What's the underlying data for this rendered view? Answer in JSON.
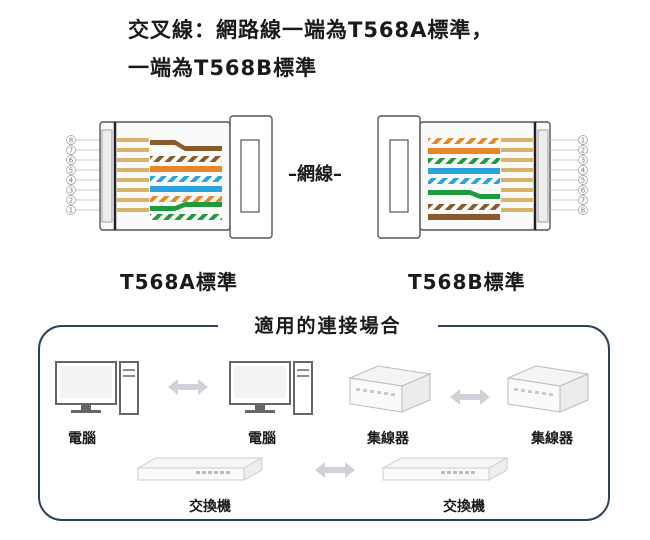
{
  "title": {
    "line1": "交叉線：網路線一端為T568A標準，",
    "line2": "一端為T568B標準"
  },
  "connectors": {
    "left_label": "T568A標準",
    "right_label": "T568B標準",
    "cable_label": "–網線–",
    "pin_numbers_left": [
      "8",
      "7",
      "6",
      "5",
      "4",
      "3",
      "2",
      "1"
    ],
    "pin_numbers_right": [
      "1",
      "2",
      "3",
      "4",
      "5",
      "6",
      "7",
      "8"
    ]
  },
  "scenarios": {
    "title": "適用的連接場合",
    "items": [
      {
        "left": "電腦",
        "right": "電腦"
      },
      {
        "left": "集線器",
        "right": "集線器"
      },
      {
        "left": "交換機",
        "right": "交換機"
      }
    ]
  },
  "colors": {
    "frame": "#2d4059",
    "orange": "#e8872a",
    "brown": "#8b5a2b",
    "blue": "#2ba3dc",
    "green": "#1f9a3c",
    "gold": "#d9b36a",
    "arrow": "#cfd3d8"
  }
}
